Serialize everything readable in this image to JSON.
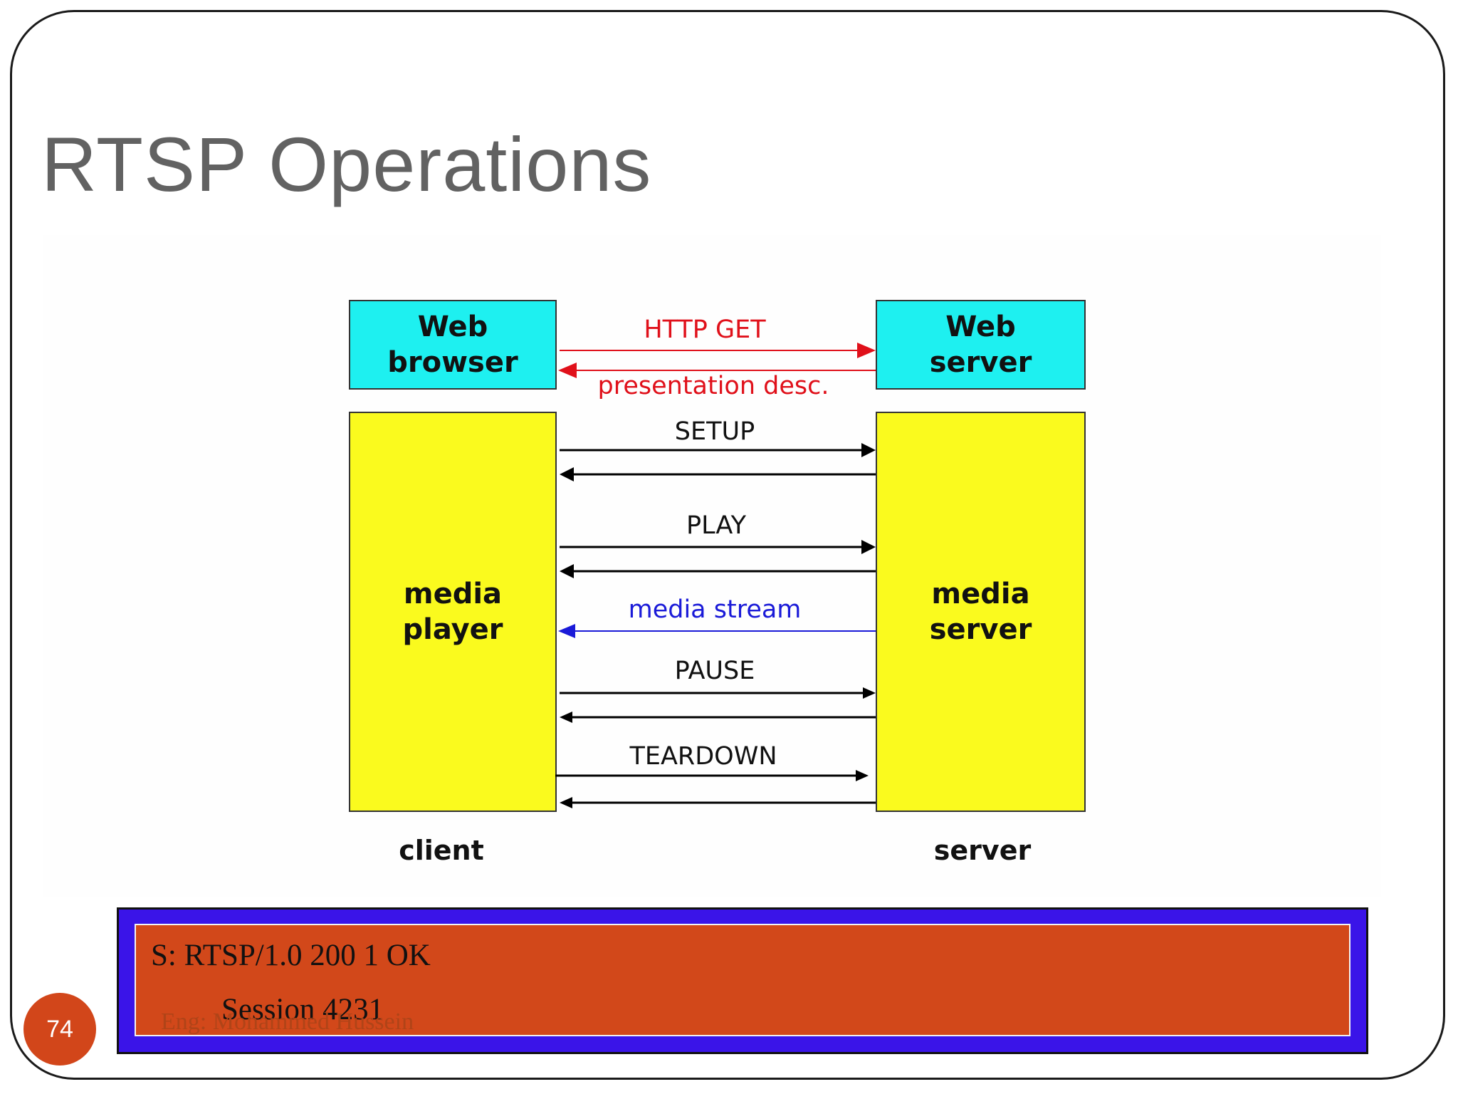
{
  "slide": {
    "title": "RTSP Operations",
    "page_number": "74",
    "footer": "Eng: Mohammed Hussein"
  },
  "diagram": {
    "boxes": {
      "web_browser": "Web\nbrowser",
      "web_server": "Web\nserver",
      "media_player": "media\nplayer",
      "media_server": "media\nserver"
    },
    "messages": {
      "http_get": "HTTP GET",
      "presentation_desc": "presentation desc.",
      "setup": "SETUP",
      "play": "PLAY",
      "media_stream": "media stream",
      "pause": "PAUSE",
      "teardown": "TEARDOWN"
    },
    "sides": {
      "client": "client",
      "server": "server"
    },
    "colors": {
      "http": "#e0101a",
      "rtsp": "#000000",
      "stream": "#1a1ad8"
    }
  },
  "status_box": {
    "line1": "S: RTSP/1.0 200 1 OK",
    "line2": "Session 4231"
  }
}
